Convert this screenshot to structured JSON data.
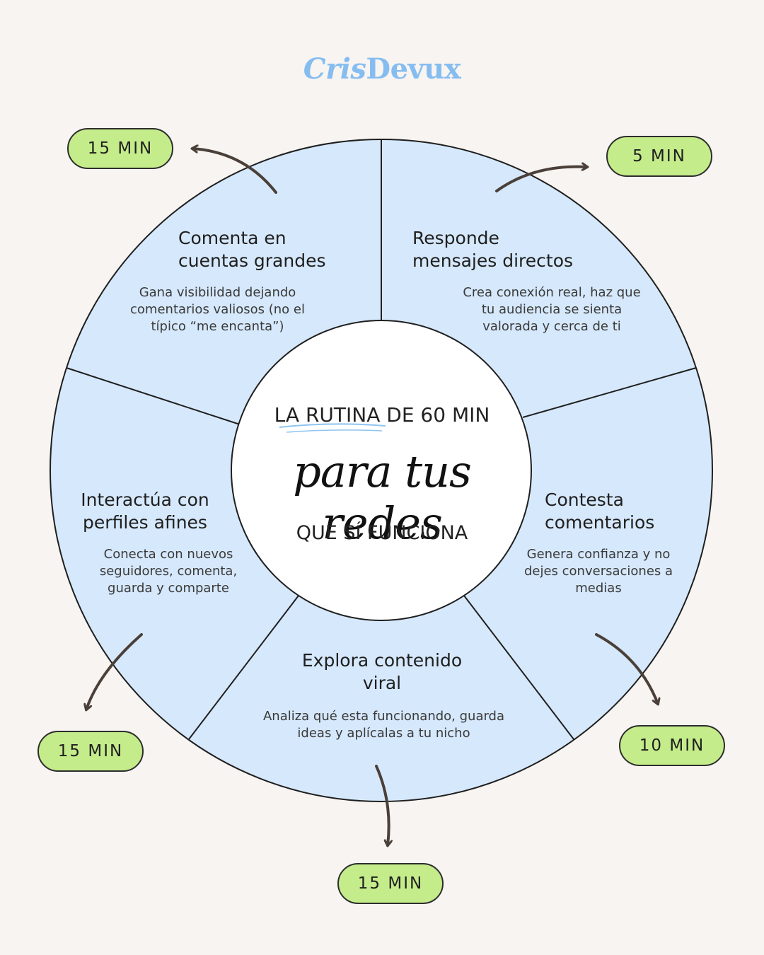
{
  "brand": {
    "part1": "Cris",
    "part2": "Devux"
  },
  "center": {
    "line1": "LA RUTINA DE 60 MIN",
    "script": "para tus redes",
    "line3": "QUE SÍ FUNCIONA"
  },
  "segments": [
    {
      "title": "Comenta en cuentas grandes",
      "desc": "Gana visibilidad dejando comentarios valiosos (no el típico “me encanta”)",
      "time": "15 MIN"
    },
    {
      "title": "Responde mensajes directos",
      "desc": "Crea conexión real, haz que tu audiencia se sienta valorada y cerca de ti",
      "time": "5 MIN"
    },
    {
      "title": "Contesta comentarios",
      "desc": "Genera confianza y no dejes conversaciones a medias",
      "time": "10 MIN"
    },
    {
      "title": "Explora contenido viral",
      "desc": "Analiza qué esta funcionando, guarda ideas y aplícalas a tu nicho",
      "time": "15 MIN"
    },
    {
      "title": "Interactúa con perfiles afines",
      "desc": "Conecta con nuevos seguidores, comenta, guarda y comparte",
      "time": "15 MIN"
    }
  ],
  "colors": {
    "background": "#f8f4f1",
    "wheel": "#d6e8fb",
    "badge": "#c5ec8b",
    "brand": "#86bdf0",
    "underline": "#8fc4ef"
  }
}
